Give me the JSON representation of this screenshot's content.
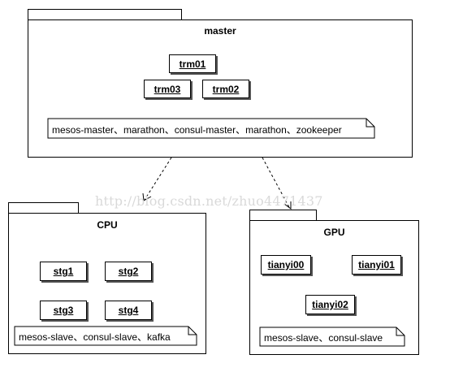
{
  "packages": {
    "master": {
      "title": "master",
      "nodes": [
        "trm01",
        "trm03",
        "trm02"
      ],
      "note": "mesos-master、marathon、consul-master、marathon、zookeeper"
    },
    "cpu": {
      "title": "CPU",
      "nodes": [
        "stg1",
        "stg2",
        "stg3",
        "stg4"
      ],
      "note": "mesos-slave、consul-slave、kafka"
    },
    "gpu": {
      "title": "GPU",
      "nodes": [
        "tianyi00",
        "tianyi01",
        "tianyi02"
      ],
      "note": "mesos-slave、consul-slave"
    }
  },
  "watermark": "http://blog.csdn.net/zhuo4471437"
}
